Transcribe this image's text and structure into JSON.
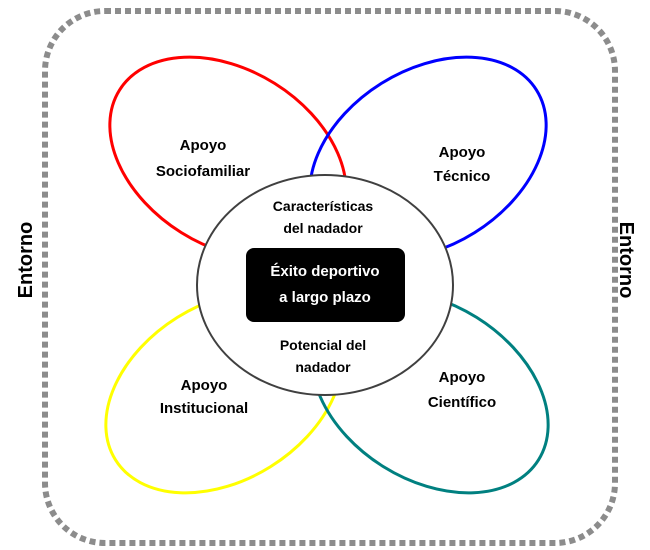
{
  "environment": {
    "left_label": "Entorno",
    "right_label": "Entorno"
  },
  "supports": [
    {
      "line1": "Apoyo",
      "line2": "Sociofamiliar",
      "color": "#ff0000"
    },
    {
      "line1": "Apoyo",
      "line2": "Técnico",
      "color": "#0000ff"
    },
    {
      "line1": "Apoyo",
      "line2": "Institucional",
      "color": "#ffff00"
    },
    {
      "line1": "Apoyo",
      "line2": "Científico",
      "color": "#008080"
    }
  ],
  "center": {
    "top_line1": "Características",
    "top_line2": "del nadador",
    "core_line1": "Éxito deportivo",
    "core_line2": "a largo plazo",
    "bottom_line1": "Potencial del",
    "bottom_line2": "nadador"
  }
}
